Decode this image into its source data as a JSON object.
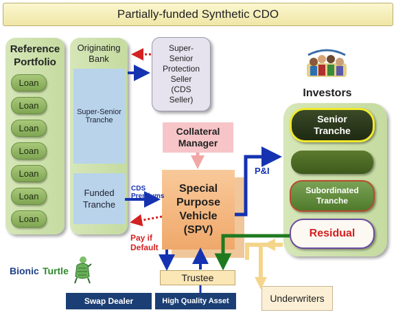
{
  "title": "Partially-funded Synthetic CDO",
  "reference_portfolio": {
    "title_line1": "Reference",
    "title_line2": "Portfolio",
    "loans": [
      "Loan",
      "Loan",
      "Loan",
      "Loan",
      "Loan",
      "Loan",
      "Loan"
    ]
  },
  "originating_bank": {
    "title_line1": "Originating",
    "title_line2": "Bank",
    "super_senior_line1": "Super-Senior",
    "super_senior_line2": "Tranche",
    "funded_line1": "Funded",
    "funded_line2": "Tranche"
  },
  "protection_seller": {
    "lines": [
      "Super-",
      "Senior",
      "Protection",
      "Seller",
      "(CDS",
      "Seller)"
    ]
  },
  "collateral_manager": {
    "line1": "Collateral",
    "line2": "Manager"
  },
  "spv": {
    "lines": [
      "Special",
      "Purpose",
      "Vehicle",
      "(SPV)"
    ]
  },
  "labels": {
    "cds_premiums_line1": "CDS",
    "cds_premiums_line2": "Premiums",
    "pay_if_default_line1": "Pay if",
    "pay_if_default_line2": "Default",
    "p_and_i": "P&I"
  },
  "investors": {
    "title": "Investors",
    "senior_line1": "Senior",
    "senior_line2": "Tranche",
    "subordinated_line1": "Subordinated",
    "subordinated_line2": "Tranche",
    "residual": "Residual"
  },
  "trustee": "Trustee",
  "swap_dealer": "Swap Dealer",
  "high_quality_asset": "High Quality Asset",
  "underwriters": "Underwriters",
  "logo": {
    "part1": "Bionic",
    "part2": "Turtle"
  },
  "colors": {
    "arrow_blue": "#1533b0",
    "arrow_red": "#d42020",
    "arrow_green": "#1f7a1f",
    "arrow_pink": "#f2a7a7",
    "underwriter_yellow": "#f3d58c"
  }
}
